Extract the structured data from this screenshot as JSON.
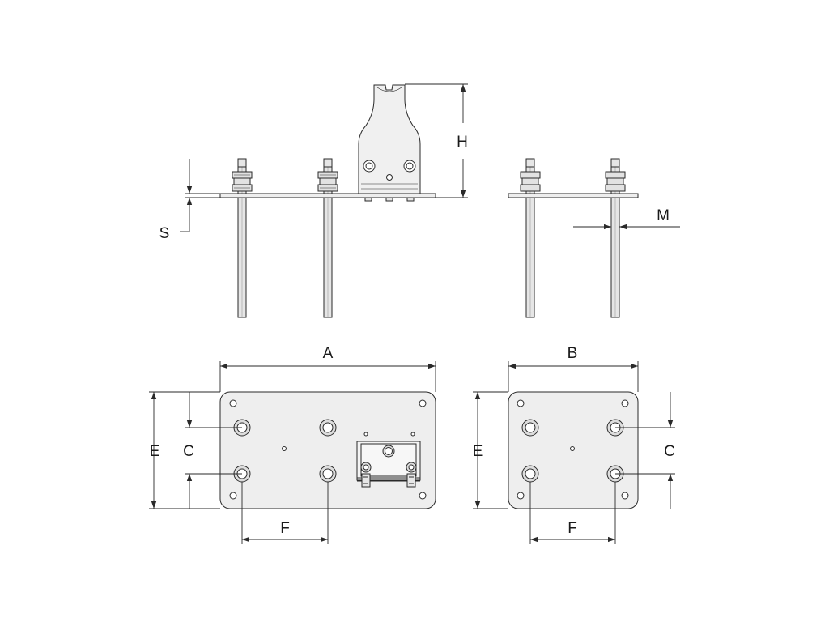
{
  "labels": {
    "H": "H",
    "S": "S",
    "M": "M",
    "A": "A",
    "B": "B",
    "C_left": "C",
    "C_right": "C",
    "E_left": "E",
    "E_right": "E",
    "F_left": "F",
    "F_right": "F"
  },
  "colors": {
    "line": "#2a2a2a",
    "plate": "#eeeeee",
    "rod": "#e6e6e6",
    "bracket": "#f0f0f0",
    "hole": "#ffffff"
  }
}
